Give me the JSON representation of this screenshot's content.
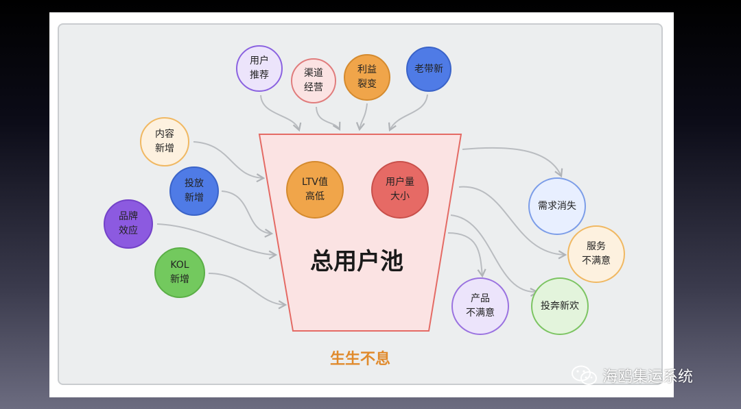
{
  "diagram": {
    "center_title": "总用户池",
    "footer": "生生不息",
    "inputs_top": [
      {
        "label": "用户\n推荐",
        "fill": "#ece4fb",
        "stroke": "#8a62e0"
      },
      {
        "label": "渠道\n经营",
        "fill": "#fbe3e3",
        "stroke": "#e07c7c"
      },
      {
        "label": "利益\n裂变",
        "fill": "#f0a54a",
        "stroke": "#d48a2e"
      },
      {
        "label": "老带新",
        "fill": "#4f7be6",
        "stroke": "#3a63c8"
      }
    ],
    "inputs_left": [
      {
        "label": "内容\n新增",
        "fill": "#fdf1df",
        "stroke": "#f0b862"
      },
      {
        "label": "投放\n新增",
        "fill": "#4f7be6",
        "stroke": "#3a63c8"
      },
      {
        "label": "品牌\n效应",
        "fill": "#8c5ae0",
        "stroke": "#7342c8"
      },
      {
        "label": "KOL\n新增",
        "fill": "#73c95e",
        "stroke": "#5aae46"
      }
    ],
    "inner": [
      {
        "label": "LTV值\n高低",
        "fill": "#f0a54a",
        "stroke": "#d48a2e"
      },
      {
        "label": "用户量\n大小",
        "fill": "#e66a65",
        "stroke": "#c8504b"
      }
    ],
    "outputs": [
      {
        "label": "需求消失",
        "fill": "#e8efff",
        "stroke": "#7c9de8"
      },
      {
        "label": "服务\n不满意",
        "fill": "#fdf1df",
        "stroke": "#f0b862"
      },
      {
        "label": "产品\n不满意",
        "fill": "#ece4fb",
        "stroke": "#9a72e0"
      },
      {
        "label": "投奔新欢",
        "fill": "#e3f4dc",
        "stroke": "#7cc462"
      }
    ],
    "funnel": {
      "fill": "#fbe3e3",
      "stroke": "#e46a64"
    },
    "arrow_color": "#b9bcc0"
  },
  "watermark": {
    "text": "海鸥集运系统"
  }
}
